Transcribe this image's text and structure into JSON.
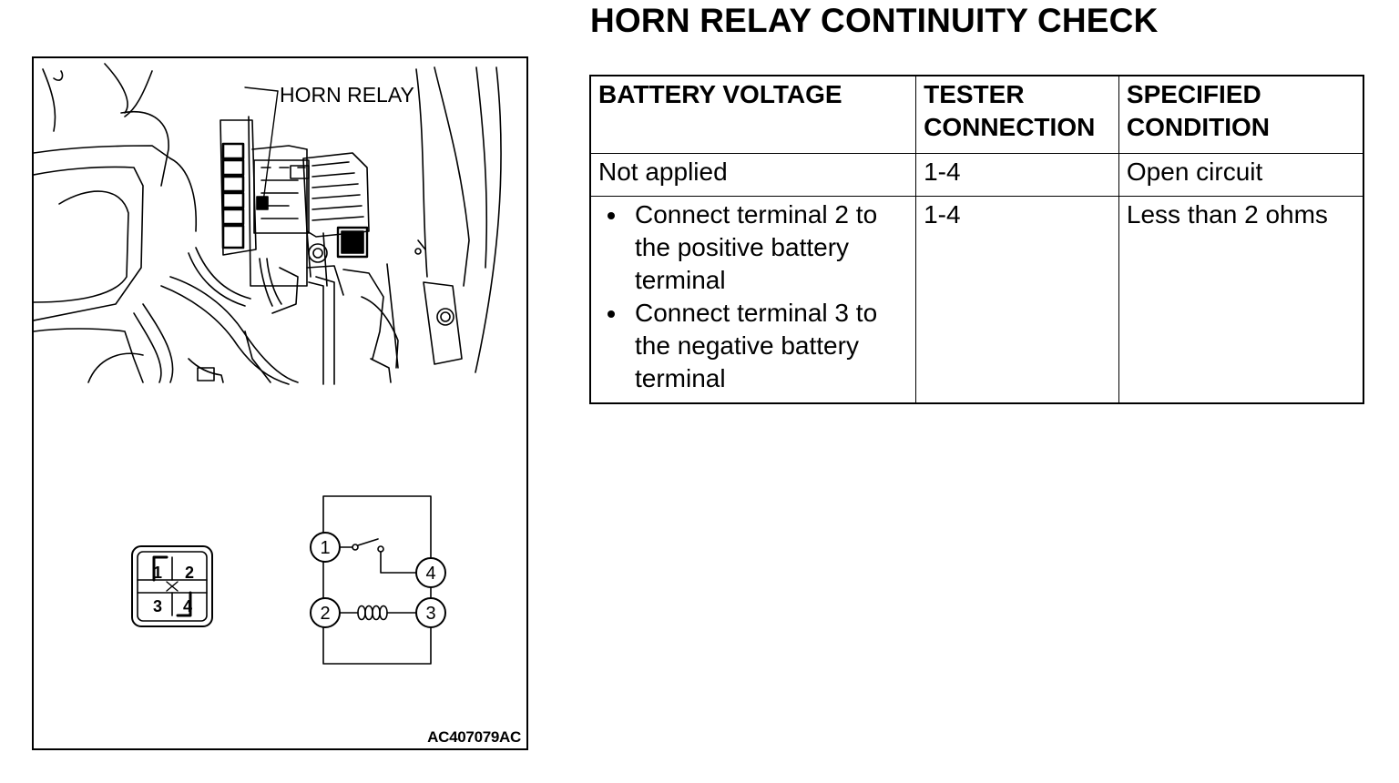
{
  "title": "HORN RELAY CONTINUITY CHECK",
  "figure": {
    "callout_label": "HORN RELAY",
    "figure_code": "AC407079AC",
    "connector_terminals": [
      "1",
      "2",
      "3",
      "4"
    ],
    "schematic_terminals": [
      "1",
      "2",
      "3",
      "4"
    ]
  },
  "table": {
    "headers": {
      "battery_voltage": "BATTERY VOLTAGE",
      "tester_connection": "TESTER CONNECTION",
      "specified_condition": "SPECIFIED CONDITION"
    },
    "rows": [
      {
        "battery_voltage": "Not applied",
        "tester_connection": "1-4",
        "specified_condition": "Open circuit"
      },
      {
        "battery_voltage_items": [
          "Connect terminal 2 to the positive battery terminal",
          "Connect terminal 3 to the negative battery terminal"
        ],
        "tester_connection": "1-4",
        "specified_condition": "Less than 2 ohms"
      }
    ]
  }
}
